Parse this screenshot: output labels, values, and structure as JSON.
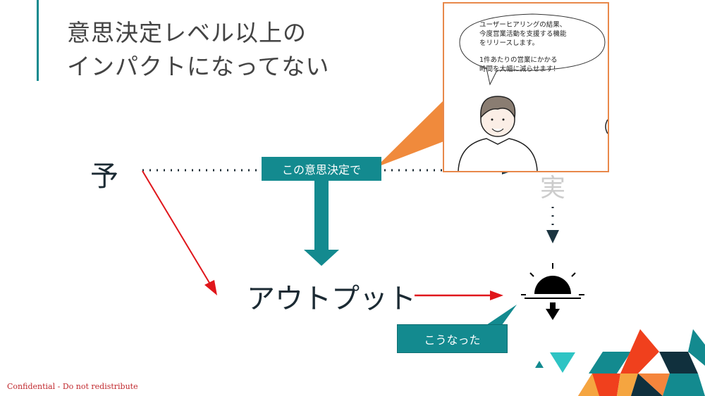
{
  "slide": {
    "title_line1": "意思決定レベル以上の",
    "title_line2": "インパクトになってない",
    "left_label": "予",
    "right_label": "実",
    "decision_label": "この意思決定で",
    "output_label": "アウトプット",
    "result_callout": "こうなった",
    "speech_line1": "ユーザーヒアリングの結果、",
    "speech_line2": "今度営業活動を支援する機能",
    "speech_line3": "をリリースします。",
    "speech_line4": "1件あたりの営業にかかる",
    "speech_line5": "時間を大幅に減らせます！",
    "footer": "Confidential - Do not redistribute"
  },
  "colors": {
    "teal": "#138a8f",
    "red": "#e0161b",
    "orange": "#f08a3c",
    "dark": "#1b3440"
  }
}
